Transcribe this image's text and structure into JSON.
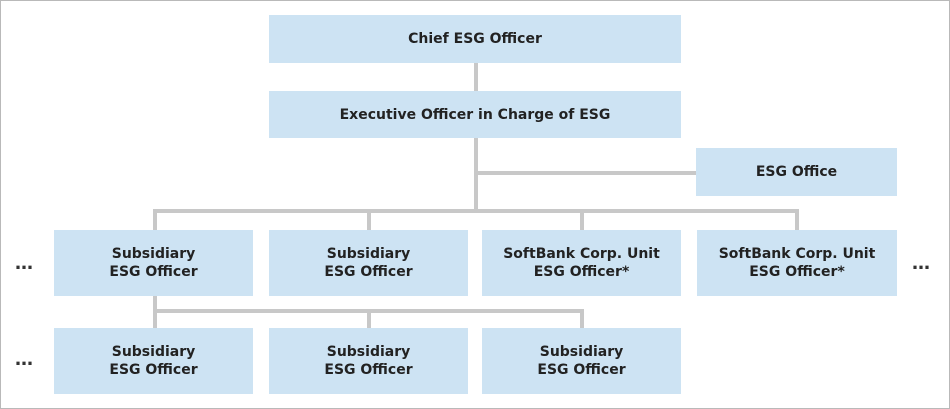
{
  "chief": "Chief ESG Officer",
  "executive": "Executive Officer in Charge of ESG",
  "esg_office": "ESG Office",
  "row2": [
    {
      "line1": "Subsidiary",
      "line2": "ESG Officer"
    },
    {
      "line1": "Subsidiary",
      "line2": "ESG Officer"
    },
    {
      "line1": "SoftBank Corp. Unit",
      "line2": "ESG Officer*"
    },
    {
      "line1": "SoftBank Corp. Unit",
      "line2": "ESG Officer*"
    }
  ],
  "row3": [
    {
      "line1": "Subsidiary",
      "line2": "ESG Officer"
    },
    {
      "line1": "Subsidiary",
      "line2": "ESG Officer"
    },
    {
      "line1": "Subsidiary",
      "line2": "ESG Officer"
    }
  ],
  "ellipsis": "…"
}
